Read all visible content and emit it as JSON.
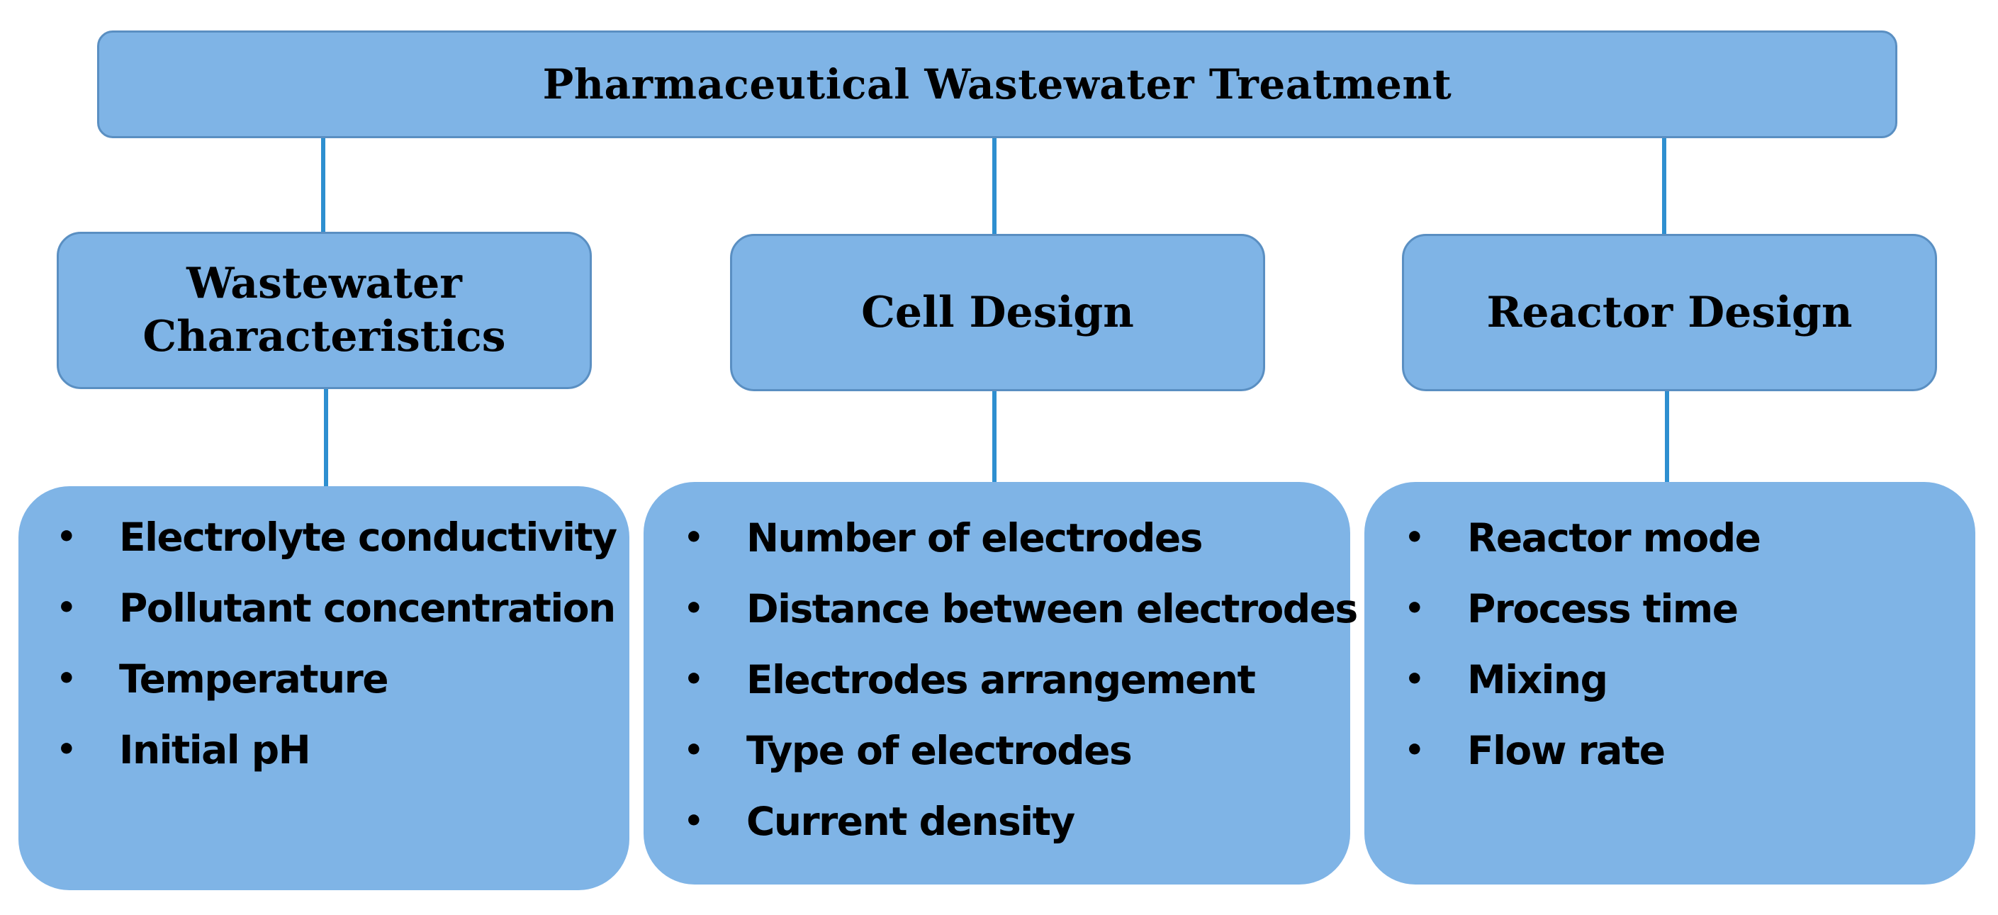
{
  "diagram": {
    "root": {
      "label": "Pharmaceutical Wastewater Treatment"
    },
    "categories": [
      {
        "line1": "Wastewater",
        "line2": "Characteristics",
        "items": [
          "Electrolyte conductivity",
          "Pollutant concentration",
          "Temperature",
          "Initial pH"
        ]
      },
      {
        "line1": "Cell Design",
        "items": [
          "Number of electrodes",
          "Distance between electrodes",
          "Electrodes arrangement",
          "Type of electrodes",
          "Current density"
        ]
      },
      {
        "line1": "Reactor Design",
        "items": [
          "Reactor mode",
          "Process time",
          "Mixing",
          "Flow rate"
        ]
      }
    ],
    "bullet_symbol": "•",
    "colors": {
      "box_fill": "#7fb4e6",
      "box_border": "#5a8fc2",
      "connector": "#2e8fd0"
    }
  }
}
